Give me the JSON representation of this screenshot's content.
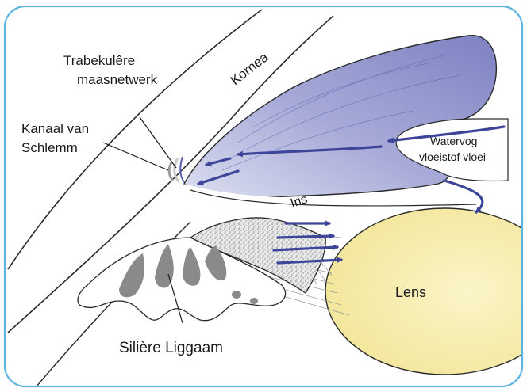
{
  "labels": {
    "trabecular_line1": "Trabekulêre",
    "trabecular_line2": "maasnetwerk",
    "schlemm_line1": "Kanaal van",
    "schlemm_line2": "Schlemm",
    "cornea": "Kornea",
    "aqueous_line1": "Watervog",
    "aqueous_line2": "vloeistof vloei",
    "iris": "Iris",
    "lens": "Lens",
    "ciliary": "Silière Liggaam"
  },
  "colors": {
    "frame": "#5db4e0",
    "iris_fill": "#8c90c8",
    "iris_dark": "#5a5fae",
    "arrow": "#3d4598",
    "lens_fill": "#f7eeae",
    "outline": "#2a2a2a",
    "gray_blob": "#8a8a8a"
  }
}
